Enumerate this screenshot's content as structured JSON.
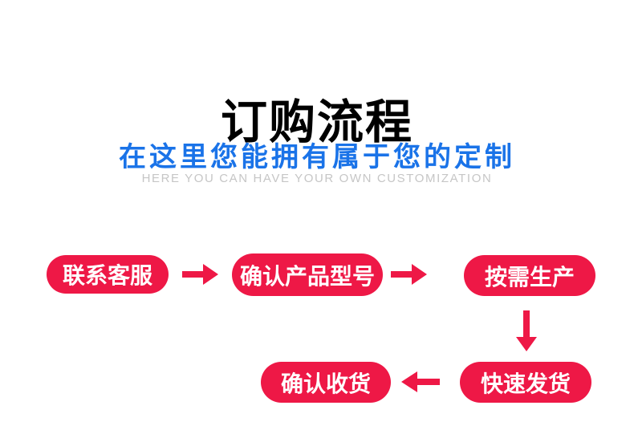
{
  "header": {
    "title": "订购流程",
    "subtitle_cn": "在这里您能拥有属于您的定制",
    "subtitle_en": "HERE YOU CAN HAVE YOUR OWN CUSTOMIZATION"
  },
  "flow": {
    "steps": [
      {
        "id": "contact-service",
        "label": "联系客服"
      },
      {
        "id": "confirm-model",
        "label": "确认产品型号"
      },
      {
        "id": "produce-on-demand",
        "label": "按需生产"
      },
      {
        "id": "fast-shipping",
        "label": "快速发货"
      },
      {
        "id": "confirm-receipt",
        "label": "确认收货"
      }
    ],
    "arrows": [
      "right",
      "right",
      "down",
      "left"
    ]
  },
  "colors": {
    "accent_red": "#ee1846",
    "accent_blue": "#1a73e8",
    "title_black": "#000000",
    "subtitle_gray": "#c6c6c6"
  }
}
